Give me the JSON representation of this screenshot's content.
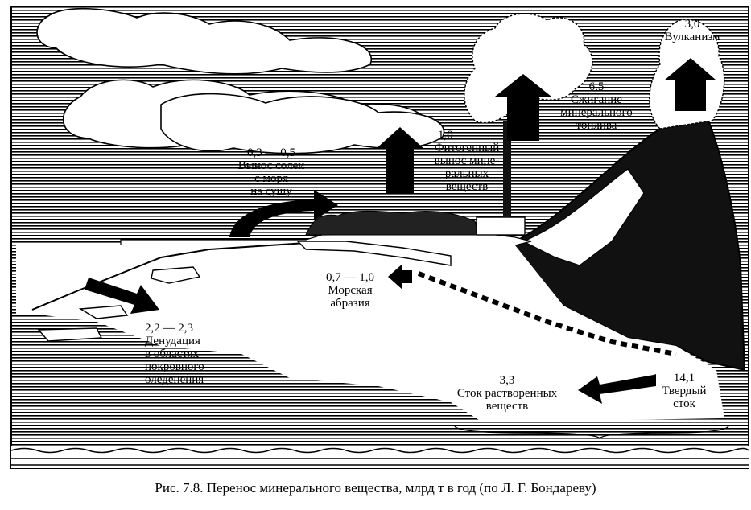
{
  "labels": {
    "volcanism": {
      "value": "3,0",
      "text": "Вулканизм"
    },
    "fuel": {
      "value": "6,5",
      "text": "Сжигание\nминерального\nтоплива"
    },
    "phytogenic": {
      "value": "1,0",
      "text": "Фитогенный\nвынос мине-\nральных\nвеществ"
    },
    "salts": {
      "value": "0,3 — 0,5",
      "text": "Вынос солей\nс моря\nна сушу"
    },
    "abrasion": {
      "value": "0,7 — 1,0",
      "text": "Морская\nабразия"
    },
    "denudation": {
      "value": "2,2 — 2,3",
      "text": "Денудация\nв областях\nпокровного\nоледенения"
    },
    "dissolved": {
      "value": "3,3",
      "text": "Сток растворенных\nвеществ"
    },
    "solid": {
      "value": "14,1",
      "text": "Твердый\nсток"
    }
  },
  "caption": "Рис. 7.8. Перенос минерального вещества, млрд т в год (по Л. Г. Бондареву)"
}
